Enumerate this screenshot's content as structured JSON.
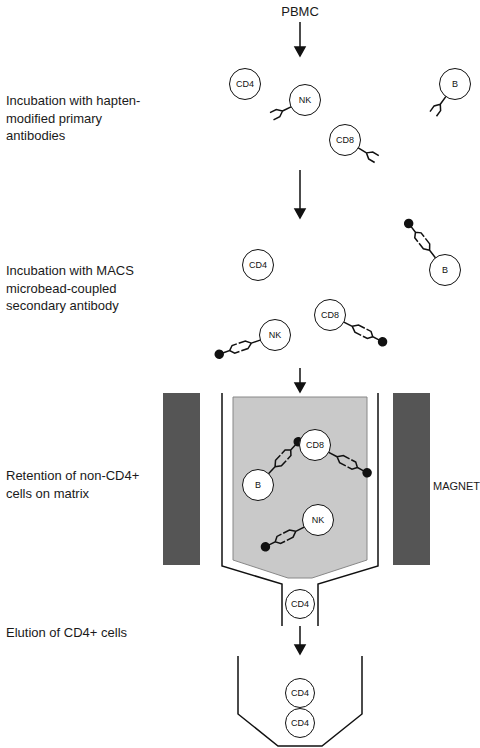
{
  "diagram": {
    "nodes": [
      {
        "text": [
          "CD4"
        ]
      },
      {
        "text": [
          "B"
        ]
      },
      {
        "text": [
          "NK"
        ]
      },
      {
        "text": [
          "CD8"
        ]
      },
      {
        "text": [
          "CD4"
        ]
      },
      {
        "text": [
          "B"
        ]
      },
      {
        "text": [
          "CD8"
        ]
      },
      {
        "text": [
          "NK"
        ]
      },
      {
        "text": [
          "CD8"
        ]
      },
      {
        "text": [
          "B"
        ]
      },
      {
        "text": [
          "NK"
        ]
      },
      {
        "text": [
          "CD4"
        ]
      },
      {
        "text": [
          "CD4"
        ]
      },
      {
        "text": [
          "CD4"
        ]
      }
    ],
    "labels": [
      "PBMC",
      "Incubation with hapten-modified primary antibodies",
      "Incubation with MACS microbead-coupled secondary antibody",
      "Retention of non-CD4+ cells on matrix",
      "MAGNET",
      "Elution of CD4+ cells"
    ]
  }
}
